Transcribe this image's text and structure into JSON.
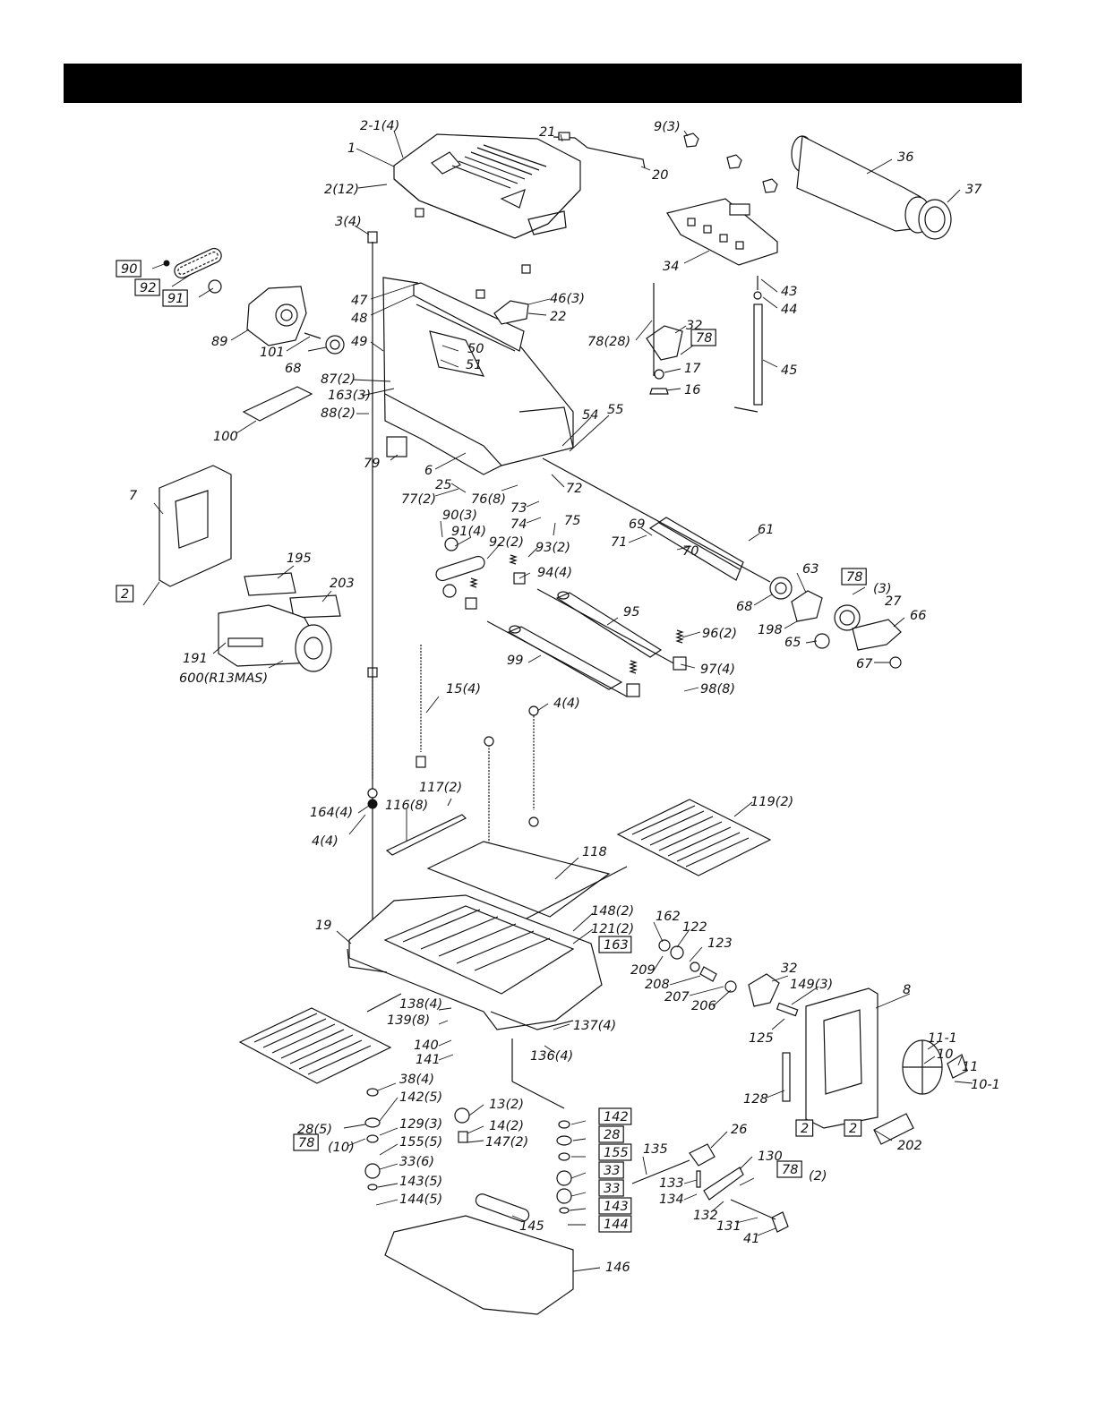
{
  "header": {
    "title": ""
  },
  "labels": [
    {
      "id": "l-2-1-4",
      "text": "2-1(4)"
    },
    {
      "id": "l-1",
      "text": "1"
    },
    {
      "id": "l-2-12",
      "text": "2(12)"
    },
    {
      "id": "l-21",
      "text": "21"
    },
    {
      "id": "l-20",
      "text": "20"
    },
    {
      "id": "l-9-3",
      "text": "9(3)"
    },
    {
      "id": "l-36",
      "text": "36"
    },
    {
      "id": "l-37",
      "text": "37"
    },
    {
      "id": "l-3-4",
      "text": "3(4)"
    },
    {
      "id": "l-34",
      "text": "34"
    },
    {
      "id": "l-90",
      "text": "90",
      "boxed": true
    },
    {
      "id": "l-92",
      "text": "92",
      "boxed": true
    },
    {
      "id": "l-91",
      "text": "91",
      "boxed": true
    },
    {
      "id": "l-47",
      "text": "47"
    },
    {
      "id": "l-48",
      "text": "48"
    },
    {
      "id": "l-46-3",
      "text": "46(3)"
    },
    {
      "id": "l-22",
      "text": "22"
    },
    {
      "id": "l-43",
      "text": "43"
    },
    {
      "id": "l-44",
      "text": "44"
    },
    {
      "id": "l-89",
      "text": "89"
    },
    {
      "id": "l-101",
      "text": "101"
    },
    {
      "id": "l-49",
      "text": "49"
    },
    {
      "id": "l-50",
      "text": "50"
    },
    {
      "id": "l-51",
      "text": "51"
    },
    {
      "id": "l-78-28",
      "text": "78(28)"
    },
    {
      "id": "l-32a",
      "text": "32"
    },
    {
      "id": "l-78a",
      "text": "78",
      "boxed": true
    },
    {
      "id": "l-45",
      "text": "45"
    },
    {
      "id": "l-68a",
      "text": "68"
    },
    {
      "id": "l-87-2",
      "text": "87(2)"
    },
    {
      "id": "l-17",
      "text": "17"
    },
    {
      "id": "l-163-3",
      "text": "163(3)"
    },
    {
      "id": "l-16",
      "text": "16"
    },
    {
      "id": "l-88-2",
      "text": "88(2)"
    },
    {
      "id": "l-54",
      "text": "54"
    },
    {
      "id": "l-55",
      "text": "55"
    },
    {
      "id": "l-100",
      "text": "100"
    },
    {
      "id": "l-79",
      "text": "79"
    },
    {
      "id": "l-6",
      "text": "6"
    },
    {
      "id": "l-72",
      "text": "72"
    },
    {
      "id": "l-25",
      "text": "25"
    },
    {
      "id": "l-77-2",
      "text": "77(2)"
    },
    {
      "id": "l-76-8",
      "text": "76(8)"
    },
    {
      "id": "l-7",
      "text": "7"
    },
    {
      "id": "l-73",
      "text": "73"
    },
    {
      "id": "l-90-3",
      "text": "90(3)"
    },
    {
      "id": "l-74",
      "text": "74"
    },
    {
      "id": "l-75",
      "text": "75"
    },
    {
      "id": "l-69",
      "text": "69"
    },
    {
      "id": "l-61",
      "text": "61"
    },
    {
      "id": "l-91-4",
      "text": "91(4)"
    },
    {
      "id": "l-92-2",
      "text": "92(2)"
    },
    {
      "id": "l-93-2",
      "text": "93(2)"
    },
    {
      "id": "l-71",
      "text": "71"
    },
    {
      "id": "l-70",
      "text": "70"
    },
    {
      "id": "l-195",
      "text": "195"
    },
    {
      "id": "l-94-4",
      "text": "94(4)"
    },
    {
      "id": "l-63",
      "text": "63"
    },
    {
      "id": "l-203",
      "text": "203"
    },
    {
      "id": "l-78b",
      "text": "78",
      "boxed": true
    },
    {
      "id": "l-78b-q",
      "text": "(3)"
    },
    {
      "id": "l-27",
      "text": "27"
    },
    {
      "id": "l-2a",
      "text": "2",
      "boxed": true
    },
    {
      "id": "l-68b",
      "text": "68"
    },
    {
      "id": "l-66",
      "text": "66"
    },
    {
      "id": "l-95",
      "text": "95"
    },
    {
      "id": "l-198",
      "text": "198"
    },
    {
      "id": "l-65",
      "text": "65"
    },
    {
      "id": "l-96-2",
      "text": "96(2)"
    },
    {
      "id": "l-191",
      "text": "191"
    },
    {
      "id": "l-99",
      "text": "99"
    },
    {
      "id": "l-67",
      "text": "67"
    },
    {
      "id": "l-600",
      "text": "600(R13MAS)"
    },
    {
      "id": "l-97-4",
      "text": "97(4)"
    },
    {
      "id": "l-98-8",
      "text": "98(8)"
    },
    {
      "id": "l-15-4",
      "text": "15(4)"
    },
    {
      "id": "l-4-4a",
      "text": "4(4)"
    },
    {
      "id": "l-117-2",
      "text": "117(2)"
    },
    {
      "id": "l-119-2",
      "text": "119(2)"
    },
    {
      "id": "l-116-8",
      "text": "116(8)"
    },
    {
      "id": "l-164-4",
      "text": "164(4)"
    },
    {
      "id": "l-4-4b",
      "text": "4(4)"
    },
    {
      "id": "l-118",
      "text": "118"
    },
    {
      "id": "l-148-2",
      "text": "148(2)"
    },
    {
      "id": "l-162",
      "text": "162"
    },
    {
      "id": "l-121-2",
      "text": "121(2)"
    },
    {
      "id": "l-122",
      "text": "122"
    },
    {
      "id": "l-19",
      "text": "19"
    },
    {
      "id": "l-163b",
      "text": "163",
      "boxed": true
    },
    {
      "id": "l-123",
      "text": "123"
    },
    {
      "id": "l-209",
      "text": "209"
    },
    {
      "id": "l-32b",
      "text": "32"
    },
    {
      "id": "l-208",
      "text": "208"
    },
    {
      "id": "l-149-3",
      "text": "149(3)"
    },
    {
      "id": "l-8",
      "text": "8"
    },
    {
      "id": "l-207",
      "text": "207"
    },
    {
      "id": "l-206",
      "text": "206"
    },
    {
      "id": "l-138-4",
      "text": "138(4)"
    },
    {
      "id": "l-139-8",
      "text": "139(8)"
    },
    {
      "id": "l-137-4",
      "text": "137(4)"
    },
    {
      "id": "l-125",
      "text": "125"
    },
    {
      "id": "l-11-1",
      "text": "11-1"
    },
    {
      "id": "l-10",
      "text": "10"
    },
    {
      "id": "l-140",
      "text": "140"
    },
    {
      "id": "l-141",
      "text": "141"
    },
    {
      "id": "l-136-4",
      "text": "136(4)"
    },
    {
      "id": "l-11",
      "text": "11"
    },
    {
      "id": "l-10-1",
      "text": "10-1"
    },
    {
      "id": "l-38-4",
      "text": "38(4)"
    },
    {
      "id": "l-142-5",
      "text": "142(5)"
    },
    {
      "id": "l-128",
      "text": "128"
    },
    {
      "id": "l-13-2",
      "text": "13(2)"
    },
    {
      "id": "l-28-5",
      "text": "28(5)"
    },
    {
      "id": "l-129-3",
      "text": "129(3)"
    },
    {
      "id": "l-142b",
      "text": "142",
      "boxed": true
    },
    {
      "id": "l-14-2",
      "text": "14(2)"
    },
    {
      "id": "l-78c",
      "text": "78",
      "boxed": true
    },
    {
      "id": "l-78c-q",
      "text": "(10)"
    },
    {
      "id": "l-28b",
      "text": "28",
      "boxed": true
    },
    {
      "id": "l-147-2",
      "text": "147(2)"
    },
    {
      "id": "l-2b",
      "text": "2",
      "boxed": true
    },
    {
      "id": "l-2c",
      "text": "2",
      "boxed": true
    },
    {
      "id": "l-26",
      "text": "26"
    },
    {
      "id": "l-202",
      "text": "202"
    },
    {
      "id": "l-155-5",
      "text": "155(5)"
    },
    {
      "id": "l-155b",
      "text": "155",
      "boxed": true
    },
    {
      "id": "l-135",
      "text": "135"
    },
    {
      "id": "l-33-6",
      "text": "33(6)"
    },
    {
      "id": "l-130",
      "text": "130"
    },
    {
      "id": "l-33b",
      "text": "33",
      "boxed": true
    },
    {
      "id": "l-78d",
      "text": "78",
      "boxed": true
    },
    {
      "id": "l-78d-q",
      "text": "(2)"
    },
    {
      "id": "l-133",
      "text": "133"
    },
    {
      "id": "l-143-5",
      "text": "143(5)"
    },
    {
      "id": "l-33c",
      "text": "33",
      "boxed": true
    },
    {
      "id": "l-134",
      "text": "134"
    },
    {
      "id": "l-144-5",
      "text": "144(5)"
    },
    {
      "id": "l-143b",
      "text": "143",
      "boxed": true
    },
    {
      "id": "l-132",
      "text": "132"
    },
    {
      "id": "l-145",
      "text": "145"
    },
    {
      "id": "l-144b",
      "text": "144",
      "boxed": true
    },
    {
      "id": "l-131",
      "text": "131"
    },
    {
      "id": "l-41",
      "text": "41"
    },
    {
      "id": "l-146",
      "text": "146"
    }
  ]
}
